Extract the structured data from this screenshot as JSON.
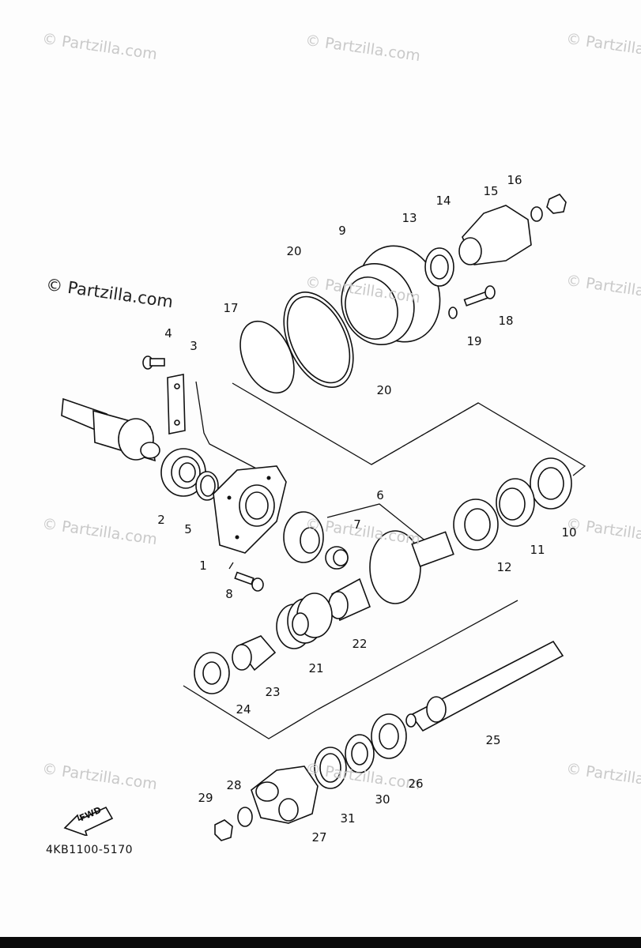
{
  "watermarks": [
    "© Partzilla.com",
    "© Partzilla.com",
    "© Partzilla.com",
    "© Partzilla.com",
    "© Partzilla.com",
    "© Partzilla.com",
    "© Partzilla.com",
    "© Partzilla.com",
    "© Partzilla.com",
    "© Partzilla.com",
    "© Partzilla.com",
    "© Partzilla.com"
  ],
  "callouts": [
    "1",
    "2",
    "3",
    "4",
    "5",
    "6",
    "7",
    "8",
    "9",
    "10",
    "11",
    "12",
    "13",
    "14",
    "15",
    "16",
    "17",
    "18",
    "19",
    "20",
    "20",
    "21",
    "22",
    "23",
    "24",
    "25",
    "26",
    "27",
    "28",
    "29",
    "30",
    "31"
  ],
  "direction_label": "FWD",
  "diagram_code": "4KB1100-5170"
}
